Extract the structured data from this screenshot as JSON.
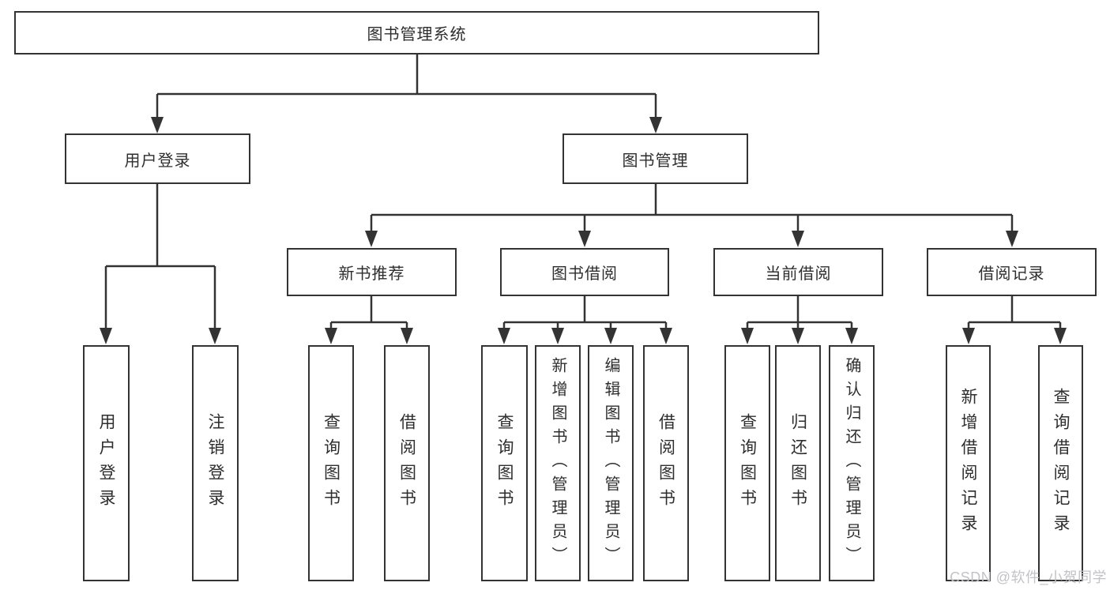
{
  "diagram_title": "图书管理系统",
  "watermark": "CSDN @软件_小贺同学",
  "colors": {
    "line": "#333333",
    "box_border": "#333333",
    "text": "#2e2e2e",
    "watermark": "#c3c3c7",
    "background": "#ffffff"
  },
  "nodes": {
    "root": {
      "label": "图书管理系统"
    },
    "level2": [
      {
        "id": "user-login",
        "label": "用户登录"
      },
      {
        "id": "book-management",
        "label": "图书管理"
      }
    ],
    "level3": [
      {
        "id": "new-book-recommend",
        "label": "新书推荐",
        "parent": "book-management"
      },
      {
        "id": "book-borrowing",
        "label": "图书借阅",
        "parent": "book-management"
      },
      {
        "id": "current-borrowing",
        "label": "当前借阅",
        "parent": "book-management"
      },
      {
        "id": "borrowing-records",
        "label": "借阅记录",
        "parent": "book-management"
      }
    ],
    "leaves": [
      {
        "id": "user-login-leaf",
        "label": "用户登录",
        "parent": "user-login"
      },
      {
        "id": "logout-leaf",
        "label": "注销登录",
        "parent": "user-login"
      },
      {
        "id": "query-books-recommend",
        "label": "查询图书",
        "parent": "new-book-recommend"
      },
      {
        "id": "borrow-books-recommend",
        "label": "借阅图书",
        "parent": "new-book-recommend"
      },
      {
        "id": "query-books-borrowing",
        "label": "查询图书",
        "parent": "book-borrowing"
      },
      {
        "id": "add-books-admin",
        "label": "新增图书（管理员）",
        "parent": "book-borrowing"
      },
      {
        "id": "edit-books-admin",
        "label": "编辑图书（管理员）",
        "parent": "book-borrowing"
      },
      {
        "id": "borrow-books",
        "label": "借阅图书",
        "parent": "book-borrowing"
      },
      {
        "id": "query-books-current",
        "label": "查询图书",
        "parent": "current-borrowing"
      },
      {
        "id": "return-books",
        "label": "归还图书",
        "parent": "current-borrowing"
      },
      {
        "id": "confirm-return-admin",
        "label": "确认归还（管理员）",
        "parent": "current-borrowing"
      },
      {
        "id": "add-borrow-record",
        "label": "新增借阅记录",
        "parent": "borrowing-records"
      },
      {
        "id": "query-borrow-record",
        "label": "查询借阅记录",
        "parent": "borrowing-records"
      }
    ]
  }
}
